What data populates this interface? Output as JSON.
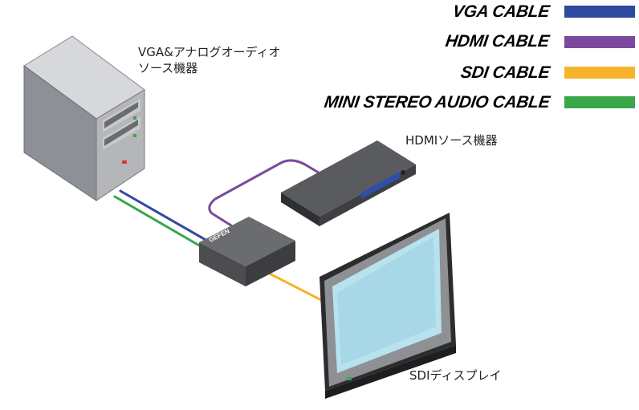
{
  "legend": [
    {
      "label": "VGA CABLE",
      "color": "#2e4a9e"
    },
    {
      "label": "HDMI CABLE",
      "color": "#7b4a9e"
    },
    {
      "label": "SDI CABLE",
      "color": "#f7b32b"
    },
    {
      "label": "MINI STEREO AUDIO CABLE",
      "color": "#3aa64a"
    }
  ],
  "devices": {
    "pc_line1": "VGA&アナログオーディオ",
    "pc_line2": "ソース機器",
    "hdmi_source": "HDMIソース機器",
    "sdi_display": "SDIディスプレイ",
    "converter_logo": "GEFEN"
  }
}
